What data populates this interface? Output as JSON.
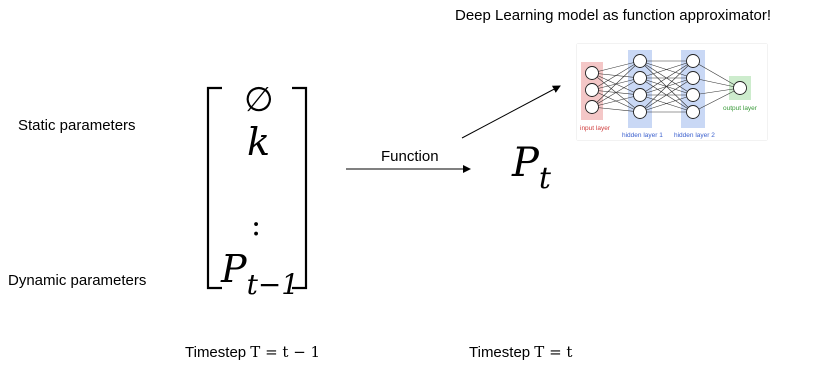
{
  "title": "Deep Learning model as function approximator!",
  "labels": {
    "static": "Static parameters",
    "dynamic": "Dynamic parameters",
    "function": "Function"
  },
  "vector": {
    "entries": [
      "∅",
      "k",
      ":",
      "P",
      "t−1"
    ]
  },
  "output": {
    "symbol": "P",
    "subscript": "t"
  },
  "timesteps": {
    "left_prefix": "Timestep ",
    "left_math": "T = t − 1",
    "right_prefix": "Timestep ",
    "right_math": "T = t"
  },
  "network": {
    "input_label": "input layer",
    "hidden1_label": "hidden layer 1",
    "hidden2_label": "hidden layer 2",
    "output_label": "output layer",
    "colors": {
      "input_bg": "#f4c7c7",
      "hidden_bg": "#c9d8f5",
      "output_bg": "#cdeccd",
      "input_text": "#d04040",
      "hidden_text": "#3a5fcd",
      "output_text": "#3a9a3a"
    }
  }
}
